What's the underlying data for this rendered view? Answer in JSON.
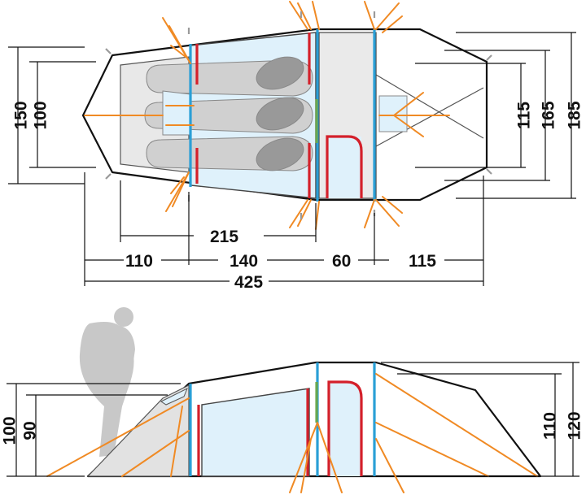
{
  "top_view": {
    "dims_left": [
      "150",
      "100"
    ],
    "dims_right": [
      "115",
      "165",
      "185"
    ],
    "dims_inner": "215",
    "dims_segments": [
      "110",
      "140",
      "60",
      "115"
    ],
    "dims_total": "425"
  },
  "side_view": {
    "dims_left": [
      "100",
      "90"
    ],
    "dims_right": [
      "110",
      "120"
    ]
  },
  "colors": {
    "outline": "#111111",
    "guy_rope": "#f08a24",
    "pole_blue": "#2a9fd6",
    "door_red": "#d4202a",
    "inner_tent": "#dff1fb",
    "vestibule": "#ececec",
    "sleeping_bag": "#cfcfcf",
    "person": "#c8c8c8"
  },
  "icons": [
    "person-silhouette",
    "sleeping-bag",
    "tent-peg"
  ]
}
